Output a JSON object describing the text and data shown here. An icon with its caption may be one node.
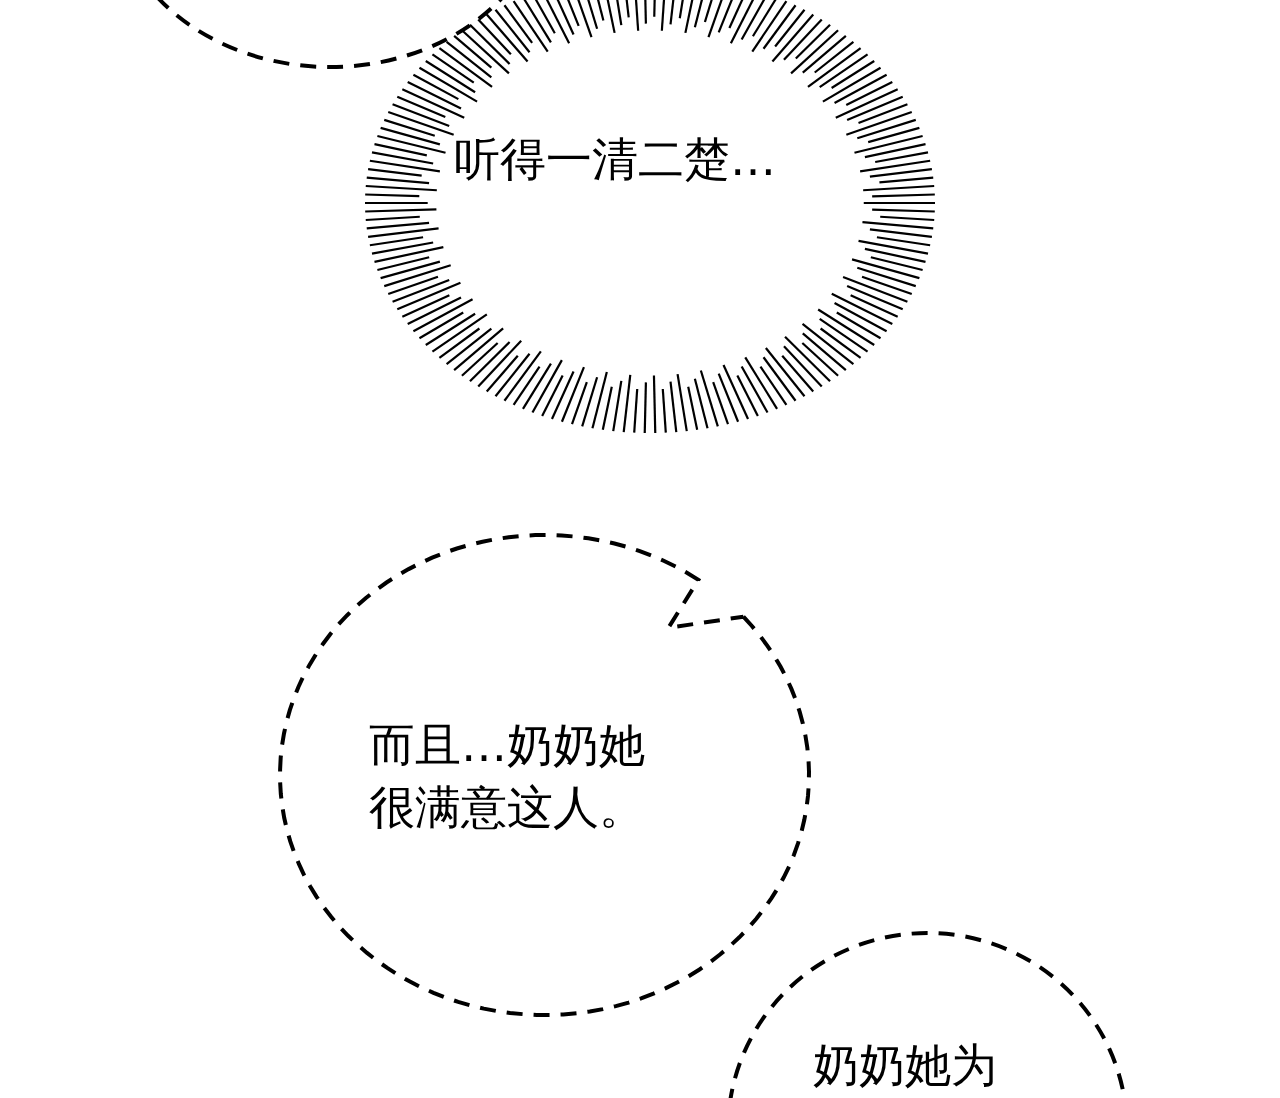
{
  "diagram": {
    "nodes": [
      {
        "text": [],
        "shape": "circle"
      },
      {
        "text": [
          "听得一清二楚…"
        ]
      },
      {
        "text": [
          "而且…奶奶她很满意这人。"
        ]
      },
      {
        "text": [
          "奶奶她为"
        ]
      }
    ]
  }
}
